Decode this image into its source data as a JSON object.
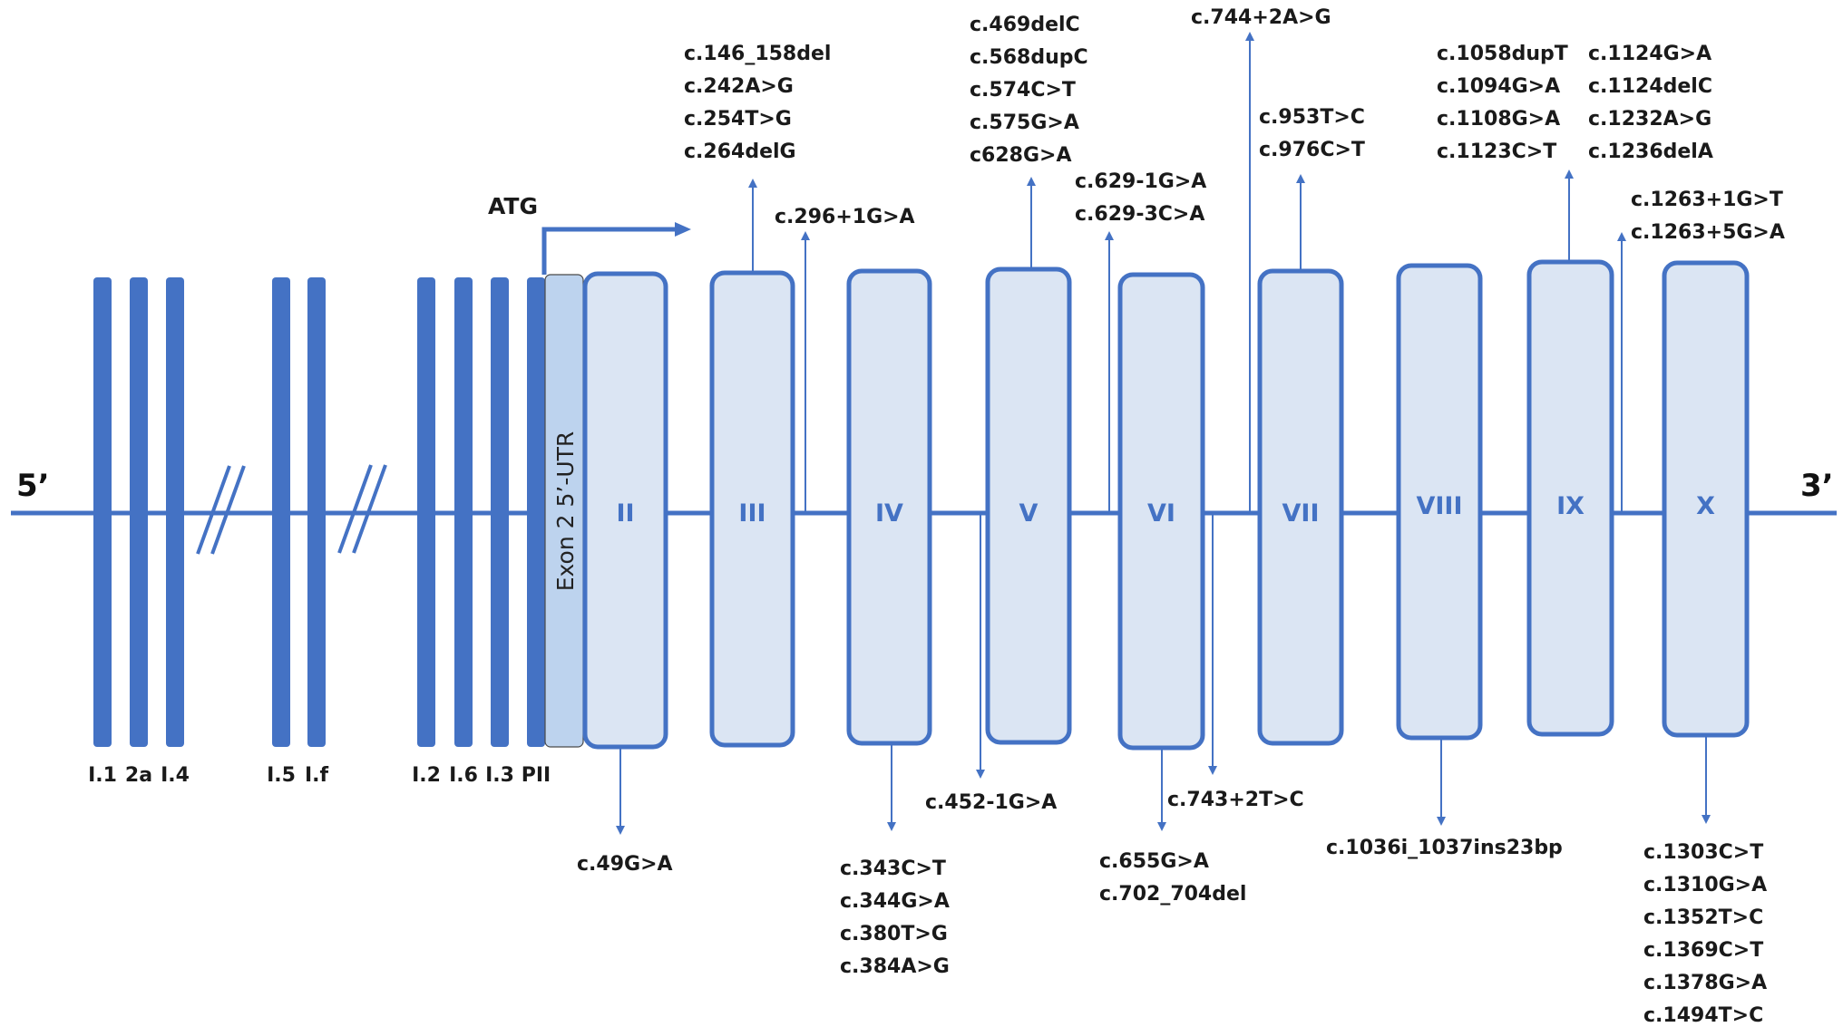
{
  "colors": {
    "line": "#4472c4",
    "exon_fill": "#dbe5f3",
    "utr_fill": "#bdd3ee",
    "bar_fill": "#4472c4",
    "text": "#1a1a1a"
  },
  "ends": {
    "five_prime": "5’",
    "three_prime": "3’"
  },
  "atg_label": "ATG",
  "utr_label": "Exon 2 5’-UTR",
  "alt_first_exons": [
    "I.1",
    "2a",
    "I.4",
    "I.5",
    "I.f",
    "I.2",
    "I.6",
    "I.3",
    "PII"
  ],
  "break_marks": 2,
  "exons": [
    "II",
    "III",
    "IV",
    "V",
    "VI",
    "VII",
    "VIII",
    "IX",
    "X"
  ],
  "variants_above": [
    {
      "position": "exon III",
      "labels": [
        "c.146_158del",
        "c.242A>G",
        "c.254T>G",
        "c.264delG"
      ]
    },
    {
      "position": "intron III",
      "labels": [
        "c.296+1G>A"
      ]
    },
    {
      "position": "exon V",
      "labels": [
        "c.469delC",
        "c.568dupC",
        "c.574C>T",
        "c.575G>A",
        "c628G>A"
      ]
    },
    {
      "position": "intron V",
      "labels": [
        "c.629-1G>A",
        "c.629-3C>A"
      ]
    },
    {
      "position": "intron VI",
      "labels": [
        "c.744+2A>G"
      ]
    },
    {
      "position": "exon VII",
      "labels": [
        "c.953T>C",
        "c.976C>T"
      ]
    },
    {
      "position": "exon IX",
      "labels": [
        "c.1058dupT",
        "c.1094G>A",
        "c.1108G>A",
        "c.1123C>T",
        "c.1124G>A",
        "c.1124delC",
        "c.1232A>G",
        "c.1236delA"
      ]
    },
    {
      "position": "intron IX",
      "labels": [
        "c.1263+1G>T",
        "c.1263+5G>A"
      ]
    }
  ],
  "variants_below": [
    {
      "position": "exon II",
      "labels": [
        "c.49G>A"
      ]
    },
    {
      "position": "exon IV",
      "labels": [
        "c.343C>T",
        "c.344G>A",
        "c.380T>G",
        "c.384A>G"
      ]
    },
    {
      "position": "intron IV",
      "labels": [
        "c.452-1G>A"
      ]
    },
    {
      "position": "exon VI",
      "labels": [
        "c.655G>A",
        "c.702_704del"
      ]
    },
    {
      "position": "intron VI",
      "labels": [
        "c.743+2T>C"
      ]
    },
    {
      "position": "exon VIII",
      "labels": [
        "c.1036i_1037ins23bp"
      ]
    },
    {
      "position": "exon X",
      "labels": [
        "c.1303C>T",
        "c.1310G>A",
        "c.1352T>C",
        "c.1369C>T",
        "c.1378G>A",
        "c.1494T>C"
      ]
    }
  ]
}
